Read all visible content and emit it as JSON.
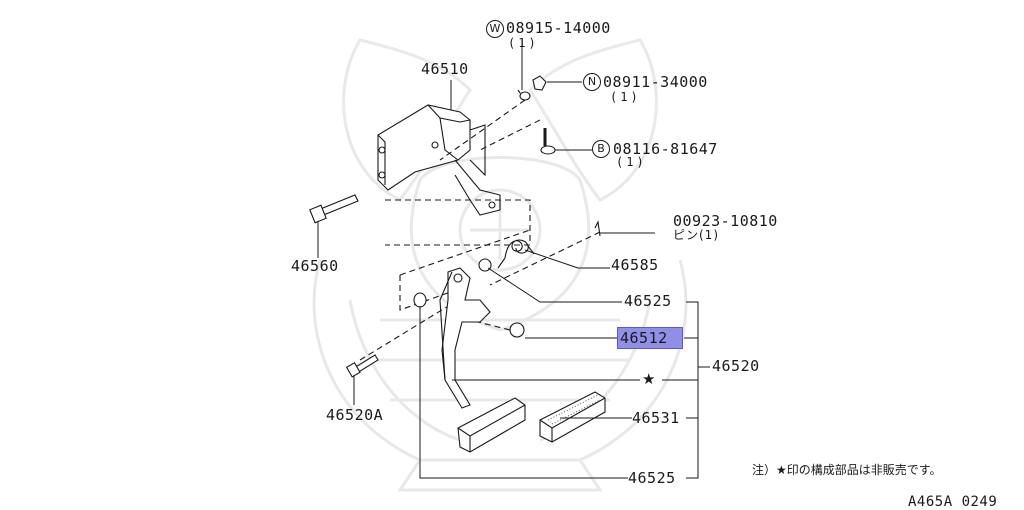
{
  "diagram": {
    "watermark_icon": "samurai-helmet-watermark",
    "highlight_color": "#8f8fe8",
    "parts": {
      "washer": {
        "prefix": "W",
        "number": "08915-14000",
        "qty": "(1)"
      },
      "nut": {
        "prefix": "N",
        "number": "08911-34000",
        "qty": "(1)"
      },
      "bolt": {
        "prefix": "B",
        "number": "08116-81647",
        "qty": "(1)"
      },
      "bracket": "46510",
      "long_bolt": "46560",
      "pin_number": "00923-10810",
      "pin_qty": "ピン(1)",
      "spring": "46585",
      "bushing_upper": "46525",
      "stopper": "46512",
      "pedal_assembly": "46520",
      "pedal_pad": "46531",
      "bushing_lower": "46525",
      "bolt_lower": "46520A",
      "star_marker": "★"
    },
    "note": "注）★印の構成部品は非販売です。",
    "diagram_code": "A465A 0249"
  }
}
